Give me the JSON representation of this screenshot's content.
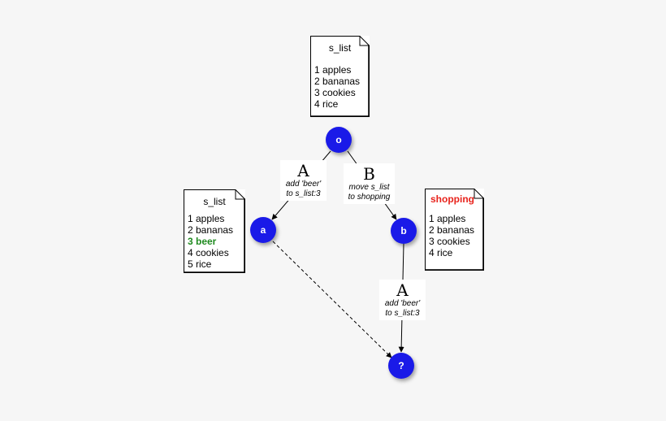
{
  "documents": {
    "origin": {
      "title": "s_list",
      "items": [
        "1 apples",
        "2 bananas",
        "3 cookies",
        "4 rice"
      ]
    },
    "branch_a": {
      "title": "s_list",
      "items": [
        "1 apples",
        "2 bananas",
        "3 beer",
        "4 cookies",
        "5 rice"
      ],
      "highlight": "3 beer"
    },
    "branch_b": {
      "title": "shopping",
      "items": [
        "1 apples",
        "2 bananas",
        "3 cookies",
        "4 rice"
      ]
    }
  },
  "nodes": {
    "o": "o",
    "a": "a",
    "b": "b",
    "merge": "?"
  },
  "operations": {
    "a": {
      "letter": "A",
      "line1": "add 'beer'",
      "line2": "to s_list:3"
    },
    "b": {
      "letter": "B",
      "line1": "move s_list",
      "line2": "to shopping"
    },
    "b_then_a": {
      "letter": "A",
      "line1": "add 'beer'",
      "line2": "to s_list:3"
    }
  },
  "colors": {
    "node": "#1a1ae8",
    "highlight": "#1f8a1f",
    "renamed_title": "#e8231c"
  }
}
